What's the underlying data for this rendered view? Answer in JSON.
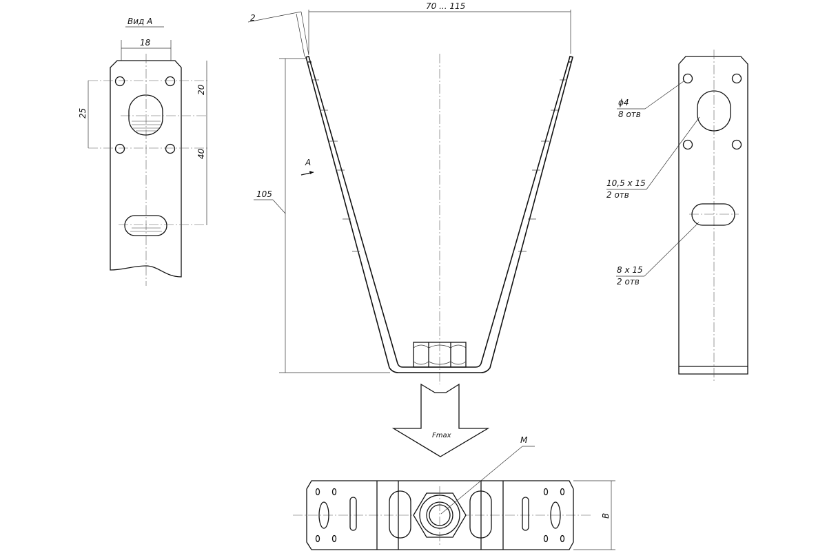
{
  "view_a": {
    "title": "Вид А",
    "dim_width": "18",
    "dim_20": "20",
    "dim_25": "25",
    "dim_40": "40"
  },
  "main_view": {
    "dim_top": "70 ... 115",
    "dim_thickness": "2",
    "dim_height": "105",
    "view_marker": "A"
  },
  "right_view": {
    "hole_round": [
      "ϕ4",
      "8 отв"
    ],
    "slot_large": [
      "10,5 х 15",
      "2 отв"
    ],
    "slot_small": [
      "8 х 15",
      "2 отв"
    ]
  },
  "force": {
    "label": "Fmax"
  },
  "bottom_view": {
    "thread_label": "M",
    "dim_b": "B"
  }
}
